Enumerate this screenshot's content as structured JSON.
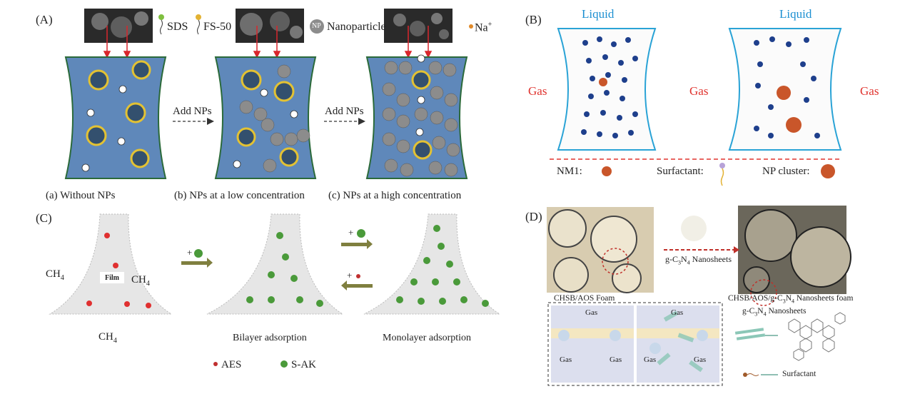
{
  "panelA": {
    "label": "(A)",
    "legend": {
      "sds": "SDS",
      "fs50": "FS-50",
      "np_symbol": "NP",
      "np": "Nanoparticle",
      "na": "Na"
    },
    "arrow1": "Add NPs",
    "arrow2": "Add NPs",
    "cap_a": "(a) Without NPs",
    "cap_b": "(b) NPs at a low concentration",
    "cap_c": "(c) NPs at a high concentration"
  },
  "panelB": {
    "label": "(B)",
    "liquid1": "Liquid",
    "liquid2": "Liquid",
    "gas1": "Gas",
    "gas2": "Gas",
    "gas3": "Gas",
    "legend_nm1": "NM1:",
    "legend_surf": "Surfactant:",
    "legend_np": "NP cluster:"
  },
  "panelC": {
    "label": "(C)",
    "ch4_left": "CH",
    "ch4_right": "CH",
    "ch4_bottom": "CH",
    "sub4": "4",
    "film": "Film",
    "bilayer": "Bilayer adsorption",
    "monolayer": "Monolayer adsorption",
    "aes": "AES",
    "sak": "S-AK",
    "plus": "+"
  },
  "panelD": {
    "label": "(D)",
    "g_label": "g-C₃N₄ Nanosheets",
    "chsb_foam": "CHSB/AOS Foam",
    "composite_foam": "CHSB/AOS/g-C₃N₄ Nanosheets foam",
    "legend_g": "g-C₃N₄ Nanosheets",
    "surfactant": "Surfactant",
    "gas": "Gas"
  },
  "colors": {
    "liquid_blue": "#6a8fbf",
    "text_blue": "#1b8fd1",
    "gas_red": "#e0342f",
    "np_gray": "#8a8a8a",
    "sak_green": "#4a9a3a"
  }
}
